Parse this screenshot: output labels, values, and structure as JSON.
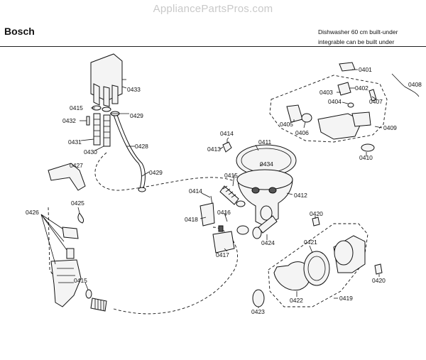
{
  "watermark": "AppliancePartsPros.com",
  "header": {
    "brand": "Bosch",
    "description": "Dishwasher 60 cm built-under integrable can be built under"
  },
  "parts": {
    "p0401": "0401",
    "p0402": "0402",
    "p0403": "0403",
    "p0404": "0404",
    "p0405": "0405",
    "p0406": "0406",
    "p0407": "0407",
    "p0408": "0408",
    "p0409": "0409",
    "p0410": "0410",
    "p0411": "0411",
    "p0412": "0412",
    "p0413": "0413",
    "p0414": "0414",
    "p0415": "0415",
    "p0416": "0416",
    "p0417": "0417",
    "p0418": "0418",
    "p0419": "0419",
    "p0420": "0420",
    "p0421": "0421",
    "p0422": "0422",
    "p0423": "0423",
    "p0424": "0424",
    "p0425": "0425",
    "p0426": "0426",
    "p0427": "0427",
    "p0428": "0428",
    "p0429": "0429",
    "p0430": "0430",
    "p0431": "0431",
    "p0432": "0432",
    "p0433": "0433",
    "p0434": "0434"
  }
}
